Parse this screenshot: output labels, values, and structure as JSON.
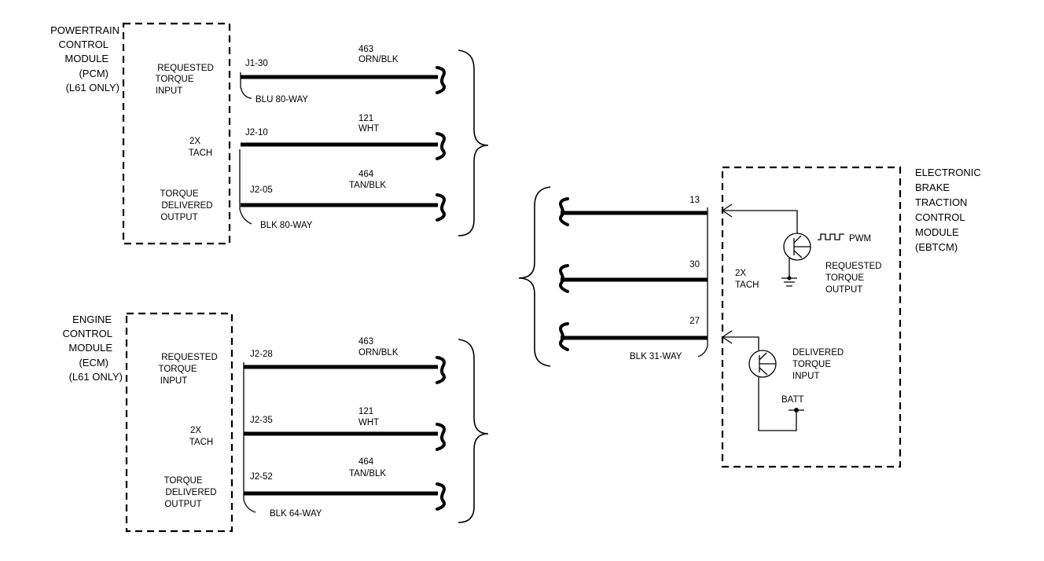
{
  "modules": {
    "pcm": {
      "lines": [
        "POWERTRAIN",
        "CONTROL",
        "MODULE",
        "(PCM)",
        "(L61 ONLY)"
      ]
    },
    "ecm": {
      "lines": [
        "ENGINE",
        "CONTROL",
        "MODULE",
        "(ECM)",
        "(L61 ONLY)"
      ]
    },
    "ebtcm": {
      "lines": [
        "ELECTRONIC",
        "BRAKE",
        "TRACTION",
        "CONTROL",
        "MODULE",
        "(EBTCM)"
      ]
    }
  },
  "pcm_circuits": [
    {
      "function": [
        "REQUESTED",
        "TORQUE",
        "INPUT"
      ],
      "pin": "J1-30",
      "circuit": "463",
      "color": "ORN/BLK"
    },
    {
      "function": [
        "2X",
        "TACH"
      ],
      "pin": "J2-10",
      "circuit": "121",
      "color": "WHT"
    },
    {
      "function": [
        "TORQUE",
        "DELIVERED",
        "OUTPUT"
      ],
      "pin": "J2-05",
      "circuit": "464",
      "color": "TAN/BLK"
    }
  ],
  "pcm_connectors": {
    "top": "BLU 80-WAY",
    "bottom": "BLK 80-WAY"
  },
  "ecm_circuits": [
    {
      "function": [
        "REQUESTED",
        "TORQUE",
        "INPUT"
      ],
      "pin": "J2-28",
      "circuit": "463",
      "color": "ORN/BLK"
    },
    {
      "function": [
        "2X",
        "TACH"
      ],
      "pin": "J2-35",
      "circuit": "121",
      "color": "WHT"
    },
    {
      "function": [
        "TORQUE",
        "DELIVERED",
        "OUTPUT"
      ],
      "pin": "J2-52",
      "circuit": "464",
      "color": "TAN/BLK"
    }
  ],
  "ecm_connector": "BLK 64-WAY",
  "ebtcm_pins": [
    "13",
    "30",
    "27"
  ],
  "ebtcm_connector": "BLK 31-WAY",
  "ebtcm_internal": {
    "pwm": "PWM",
    "requested": [
      "REQUESTED",
      "TORQUE",
      "OUTPUT"
    ],
    "tach": [
      "2X",
      "TACH"
    ],
    "delivered": [
      "DELIVERED",
      "TORQUE",
      "INPUT"
    ],
    "batt": "BATT"
  }
}
